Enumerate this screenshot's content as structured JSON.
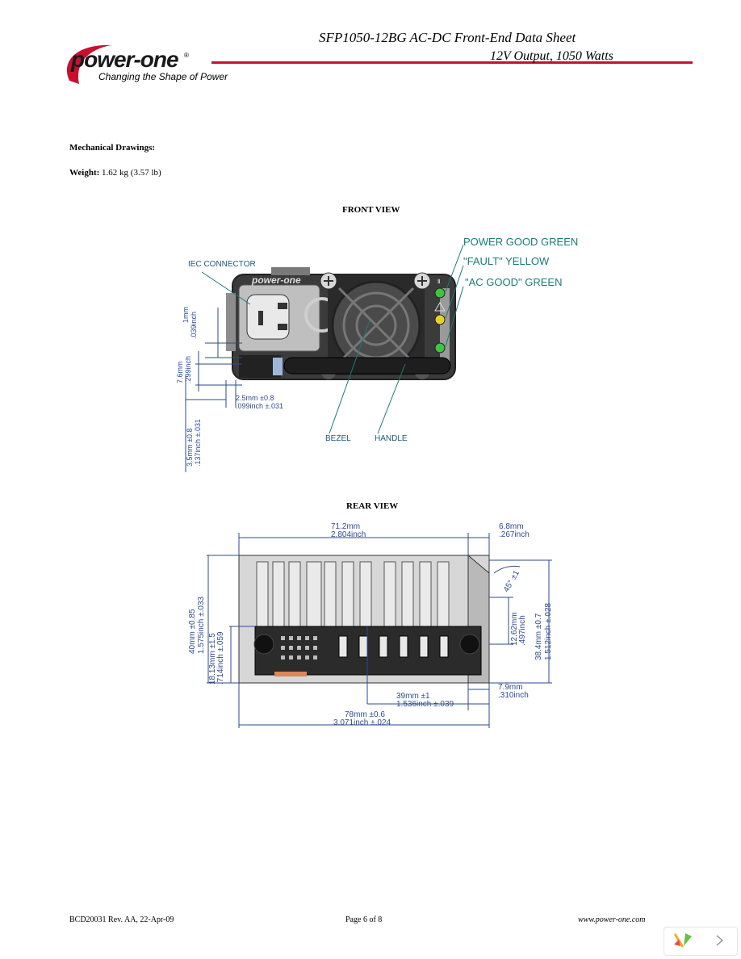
{
  "header": {
    "title": "SFP1050-12BG AC-DC Front-End Data Sheet",
    "subtitle": "12V Output, 1050 Watts",
    "logo_text": "power-one",
    "logo_registered": "®",
    "logo_tagline": "Changing the Shape of Power"
  },
  "section_title": "Mechanical Drawings:",
  "weight": {
    "label": "Weight:",
    "value": "1.62 kg (3.57 lb)"
  },
  "front_view": {
    "caption": "FRONT VIEW",
    "labels": {
      "power_good": "POWER GOOD GREEN",
      "fault": "\"FAULT\" YELLOW",
      "ac_good": "\"AC GOOD\" GREEN",
      "iec": "IEC CONNECTOR",
      "bezel": "BEZEL",
      "handle": "HANDLE",
      "bezel_logo": "power-one"
    },
    "dims": {
      "d1": "1mm",
      "d1b": ".039inch",
      "d2": "7.6mm",
      "d2b": ".299inch",
      "d3a": "2.5mm ±0.8",
      "d3b": ".099inch ±.031",
      "d4a": "3.5mm ±0.8",
      "d4b": ".137inch ±.031"
    }
  },
  "rear_view": {
    "caption": "REAR VIEW",
    "dims": {
      "w1a": "71.2mm",
      "w1b": "2.804inch",
      "w2a": "6.8mm",
      "w2b": ".267inch",
      "angle": "45° ±1",
      "h1a": "40mm ±0.85",
      "h1b": "1.575inch ±.033",
      "h2a": "18.13mm ±1.5",
      "h2b": ".714inch ±.059",
      "h3a": "12.62mm",
      "h3b": ".497inch",
      "h4a": "38.4mm ±0.7",
      "h4b": "1.512inch ±.028",
      "w3a": "39mm ±1",
      "w3b": "1.536inch ±.039",
      "w4a": "7.9mm",
      "w4b": ".310inch",
      "w5a": "78mm ±0.6",
      "w5b": "3.071inch ±.024"
    }
  },
  "footer": {
    "doc": "BCD20031 Rev. AA, 22-Apr-09",
    "page": "Page 6 of 8",
    "url": "www.power-one.com"
  },
  "colors": {
    "brand_red": "#c8102e",
    "dim_blue": "#2e4a8c",
    "led_green": "#3ec43e",
    "led_yellow": "#e3d22a"
  }
}
